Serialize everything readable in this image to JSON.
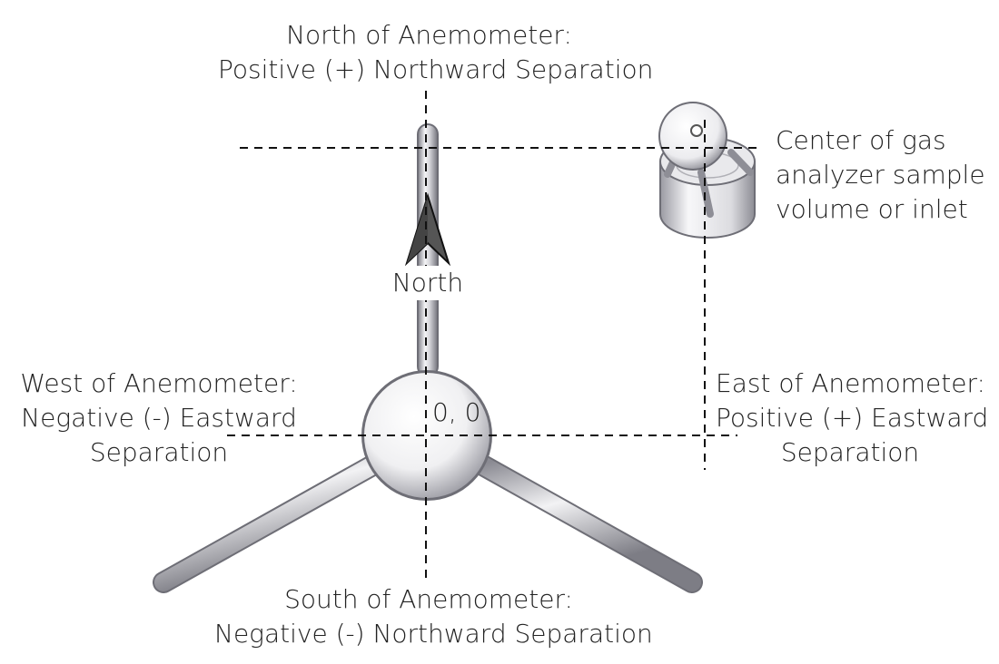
{
  "labels": {
    "north": [
      "North of Anemometer:",
      "Positive (+) Northward Separation"
    ],
    "south": [
      "South of Anemometer:",
      "Negative (-) Northward Separation"
    ],
    "west": [
      "West of Anemometer:",
      "Negative (-) Eastward",
      "Separation"
    ],
    "east": [
      "East of Anemometer:",
      "Positive (+) Eastward",
      "Separation"
    ],
    "gas": [
      "Center of gas",
      "analyzer sample",
      "volume or inlet"
    ],
    "arrow": "North",
    "origin": "0, 0"
  },
  "icons": {
    "arrow": "north-arrow-icon",
    "anemometer": "anemometer-icon",
    "analyzer": "gas-analyzer-icon"
  },
  "colors": {
    "text": "#222222",
    "arrow": "#555555",
    "dash": "#111111"
  }
}
